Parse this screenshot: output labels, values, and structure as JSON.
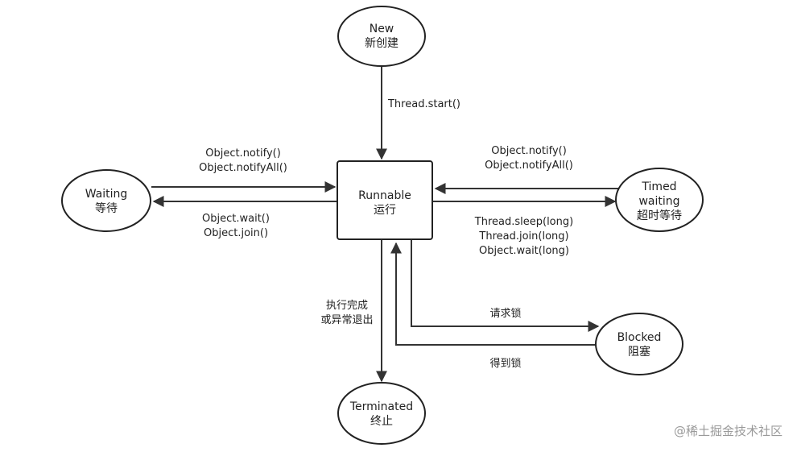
{
  "nodes": {
    "new": {
      "line1": "New",
      "line2": "新创建"
    },
    "runnable": {
      "line1": "Runnable",
      "line2": "运行"
    },
    "waiting": {
      "line1": "Waiting",
      "line2": "等待"
    },
    "timed_waiting": {
      "line1": "Timed",
      "line2": "waiting",
      "line3": "超时等待"
    },
    "blocked": {
      "line1": "Blocked",
      "line2": "阻塞"
    },
    "terminated": {
      "line1": "Terminated",
      "line2": "终止"
    }
  },
  "edges": {
    "new_to_runnable": {
      "line1": "Thread.start()"
    },
    "waiting_to_runnable": {
      "line1": "Object.notify()",
      "line2": "Object.notifyAll()"
    },
    "runnable_to_waiting": {
      "line1": "Object.wait()",
      "line2": "Object.join()"
    },
    "timed_to_runnable": {
      "line1": "Object.notify()",
      "line2": "Object.notifyAll()"
    },
    "runnable_to_timed": {
      "line1": "Thread.sleep(long)",
      "line2": "Thread.join(long)",
      "line3": "Object.wait(long)"
    },
    "runnable_to_blocked": {
      "line1": "请求锁"
    },
    "blocked_to_runnable": {
      "line1": "得到锁"
    },
    "runnable_to_terminated": {
      "line1": "执行完成",
      "line2": "或异常退出"
    }
  },
  "watermark": "@稀土掘金技术社区"
}
